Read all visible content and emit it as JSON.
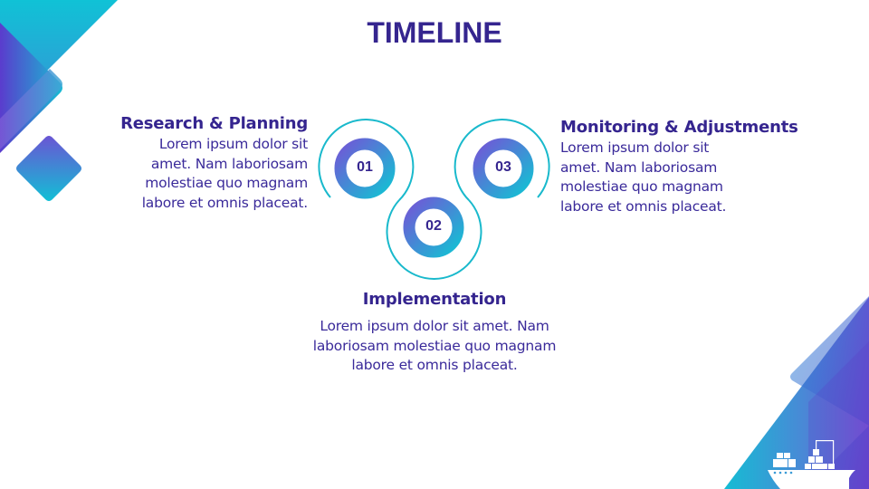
{
  "slide": {
    "title": "TIMELINE"
  },
  "steps": [
    {
      "number": "01",
      "heading": "Research & Planning",
      "body_lines": [
        "Lorem ipsum dolor sit",
        "amet. Nam laboriosam",
        "molestiae quo magnam",
        "labore et omnis placeat."
      ]
    },
    {
      "number": "02",
      "heading": "Implementation",
      "body_lines": [
        "Lorem ipsum dolor sit amet. Nam",
        "laboriosam molestiae quo magnam",
        "labore et omnis placeat."
      ]
    },
    {
      "number": "03",
      "heading": "Monitoring & Adjustments",
      "body_lines": [
        "Lorem ipsum dolor sit",
        "amet. Nam laboriosam",
        "molestiae quo magnam",
        "labore et omnis placeat."
      ]
    }
  ],
  "icons": {
    "corner_icon": "cargo-ship-icon"
  },
  "colors": {
    "text_primary": "#35258f",
    "teal": "#13bfd3",
    "purple": "#6a3fd0",
    "connector_line": "#19b9cc"
  }
}
